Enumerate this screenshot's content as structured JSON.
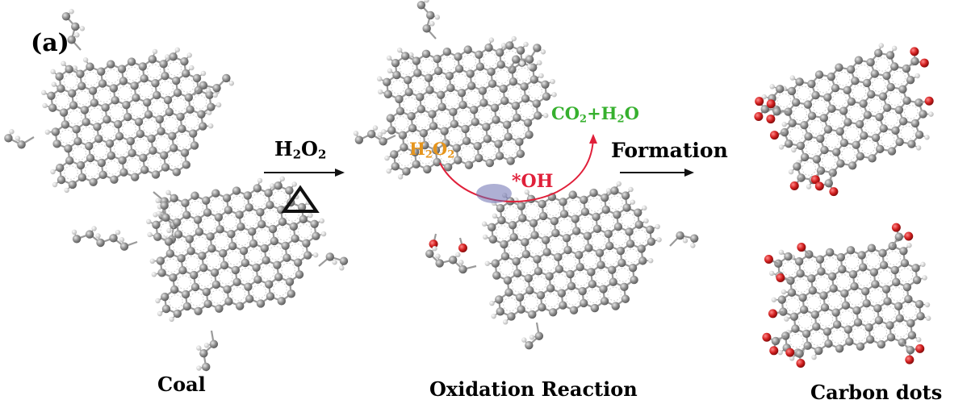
{
  "panel_label": "(a)",
  "stages": {
    "coal": "Coal",
    "oxidation": "Oxidation Reaction",
    "carbon_dots": "Carbon dots"
  },
  "reagent": {
    "main": "H",
    "sub1": "2",
    "mid": "O",
    "sub2": "2",
    "heat_symbol": "Δ"
  },
  "formation_label": "Formation",
  "reaction": {
    "h2o2": {
      "main": "H",
      "sub1": "2",
      "mid": "O",
      "sub2": "2"
    },
    "radical": "*OH",
    "products": {
      "a": "CO",
      "a_sub": "2",
      "plus": "+H",
      "b_sub": "2",
      "c": "O"
    }
  },
  "colors": {
    "carbon_atom": "#8a8a8a",
    "hydrogen_atom": "#d9d9d9",
    "oxygen_atom": "#d21f1f",
    "h2o2_label": "#e6951c",
    "products_label": "#36b02e",
    "radical_label": "#e0203a"
  }
}
